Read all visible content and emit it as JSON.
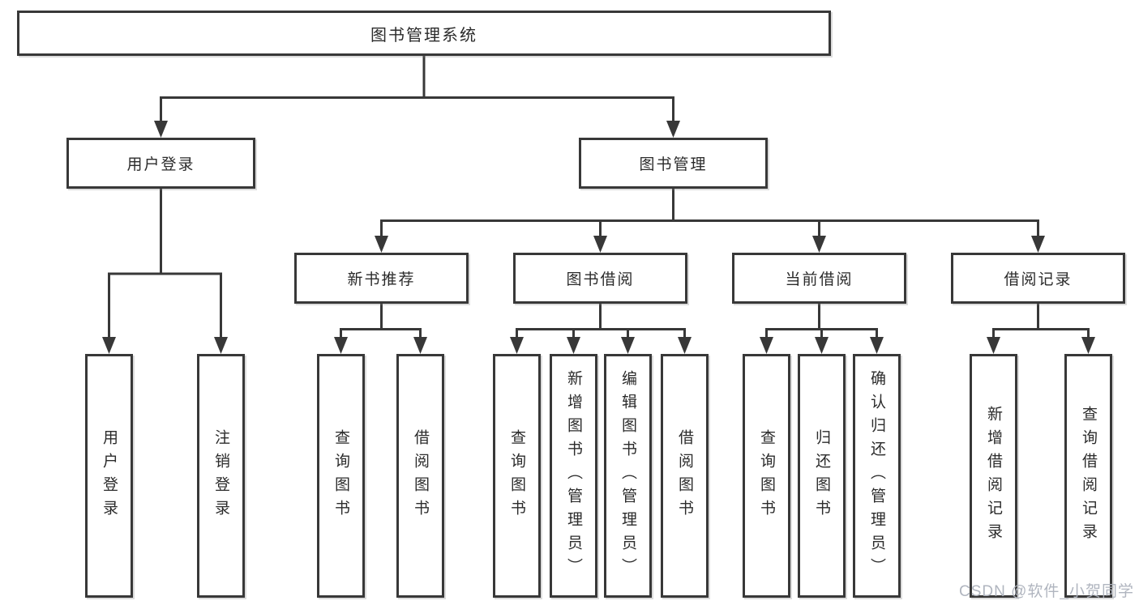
{
  "diagram": {
    "root": "图书管理系统",
    "user_login": {
      "label": "用户登录",
      "children": [
        "用户登录",
        "注销登录"
      ]
    },
    "book_management": {
      "label": "图书管理",
      "sections": [
        {
          "label": "新书推荐",
          "children": [
            "查询图书",
            "借阅图书"
          ]
        },
        {
          "label": "图书借阅",
          "children": [
            "查询图书",
            "新增图书（管理员）",
            "编辑图书（管理员）",
            "借阅图书"
          ]
        },
        {
          "label": "当前借阅",
          "children": [
            "查询图书",
            "归还图书",
            "确认归还（管理员）"
          ]
        },
        {
          "label": "借阅记录",
          "children": [
            "新增借阅记录",
            "查询借阅记录"
          ]
        }
      ]
    }
  },
  "watermark": "CSDN @软件_小贺同学",
  "colors": {
    "line": "#383838",
    "box_border": "#383838",
    "text": "#2b2b2b",
    "watermark": "#acb1bc",
    "background": "#ffffff"
  }
}
